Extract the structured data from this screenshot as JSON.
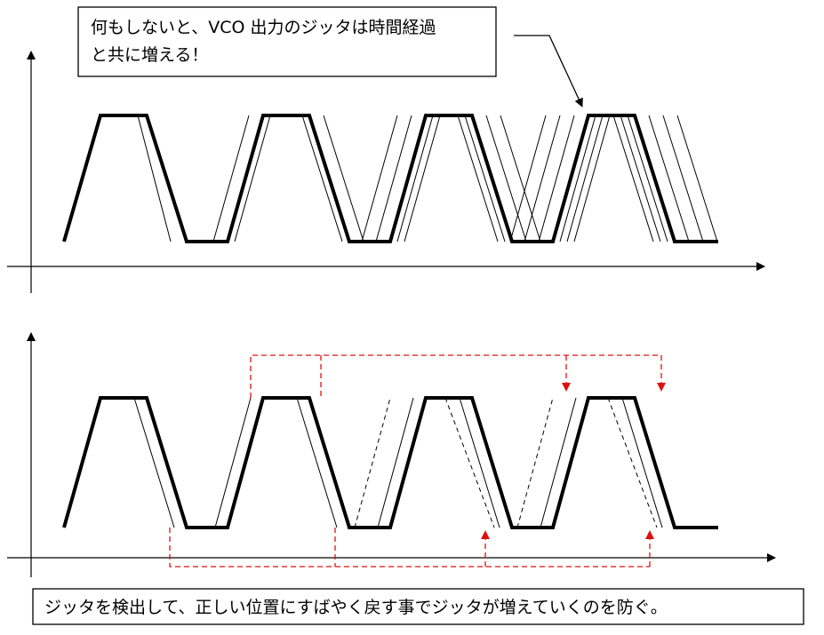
{
  "callout": {
    "line1": "何もしないと、VCO 出力のジッタは時間経過",
    "line2": "と共に増える！"
  },
  "caption": "ジッタを検出して、正しい位置にすばやく戻す事でジッタが増えていくのを防ぐ。",
  "colors": {
    "ink": "#000000",
    "correction": "#e01010",
    "background": "#ffffff"
  }
}
